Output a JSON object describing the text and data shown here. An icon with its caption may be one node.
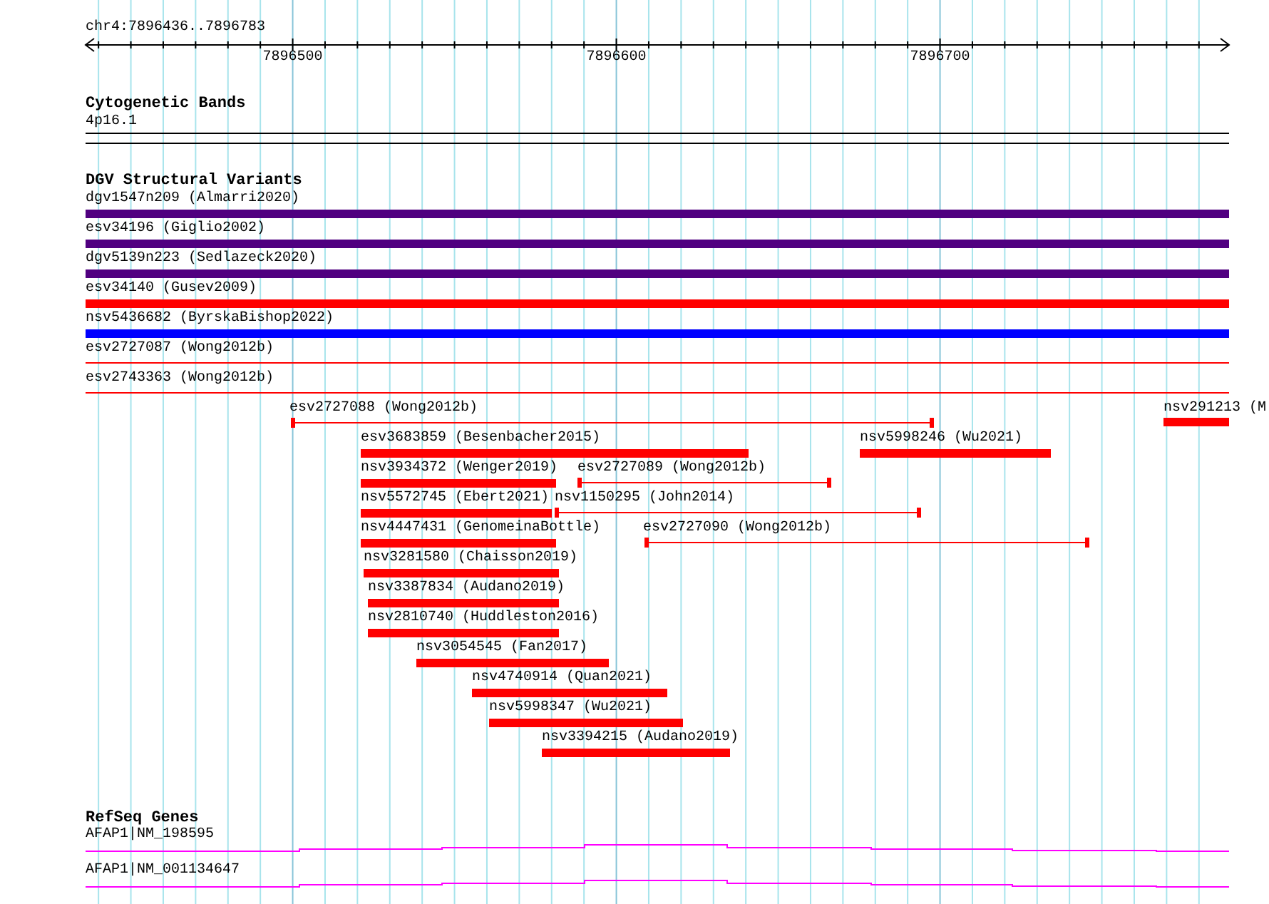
{
  "diagram": {
    "title": "chr4:7896436..7896783",
    "labels": [
      "7896500",
      "7896600",
      "7896700",
      "Cytogenetic Bands",
      "4p16.1",
      "DGV Structural Variants",
      "dgv1547n209 (Almarri2020)",
      "esv34196 (Giglio2002)",
      "dgv5139n223 (Sedlazeck2020)",
      "esv34140 (Gusev2009)",
      "nsv5436682 (ByrskaBishop2022)",
      "esv2727087 (Wong2012b)",
      "esv2743363 (Wong2012b)",
      "esv2727088 (Wong2012b)",
      "nsv291213 (M",
      "esv3683859 (Besenbacher2015)",
      "nsv5998246 (Wu2021)",
      "nsv3934372 (Wenger2019)",
      "esv2727089 (Wong2012b)",
      "nsv5572745 (Ebert2021)",
      "nsv1150295 (John2014)",
      "nsv4447431 (GenomeinaBottle)",
      "esv2727090 (Wong2012b)",
      "nsv3281580 (Chaisson2019)",
      "nsv3387834 (Audano2019)",
      "nsv2810740 (Huddleston2016)",
      "nsv3054545 (Fan2017)",
      "nsv4740914 (Quan2021)",
      "nsv5998347 (Wu2021)",
      "nsv3394215 (Audano2019)",
      "RefSeq Genes",
      "AFAP1|NM_198595",
      "AFAP1|NM_001134647"
    ]
  }
}
